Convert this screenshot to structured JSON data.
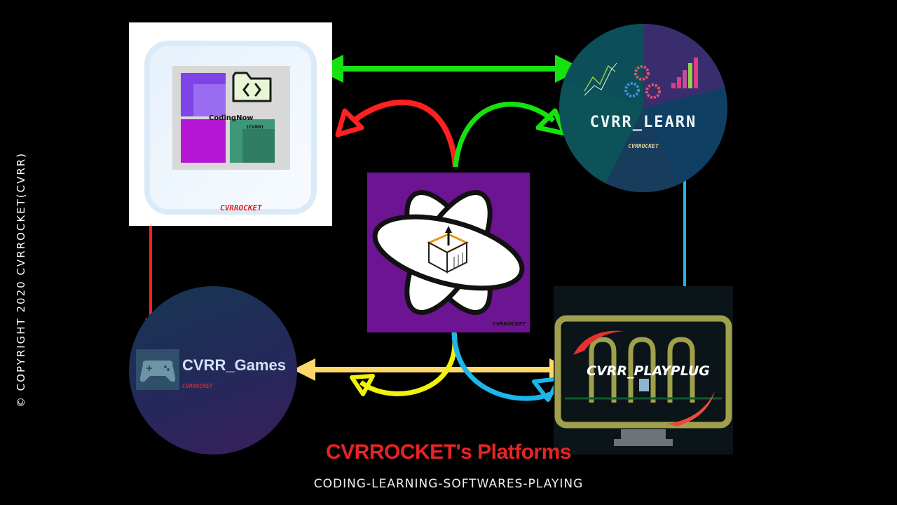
{
  "copyright": "© COPYRIGHT 2020 CVRROCKET(CVRR)",
  "title": "CVRROCKET's Platforms",
  "subtitle": "CODING-LEARNING-SOFTWARES-PLAYING",
  "platforms": {
    "coding": {
      "name": "CodingNow",
      "sub": "(CVRR)",
      "brand": "CVRROCKET",
      "icon": "code-folder-icon"
    },
    "learn": {
      "name": "CVRR_LEARN",
      "brand": "CVRROCKET",
      "icon": "chart-gears-icon"
    },
    "games": {
      "name": "CVRR_Games",
      "brand": "CVRROCKET",
      "icon": "gamepad-icon"
    },
    "playplug": {
      "name": "CVRR_PLAYPLUG",
      "icon": "monitor-icon"
    },
    "center": {
      "brand": "CVRROCKET",
      "icon": "atom-box-icon"
    }
  },
  "colors": {
    "green": "#17e20f",
    "red": "#ff2020",
    "cyan": "#1cb6ea",
    "yellow": "#ffd86a",
    "bright_yellow": "#f2f20c",
    "purple": "#6c1491"
  }
}
